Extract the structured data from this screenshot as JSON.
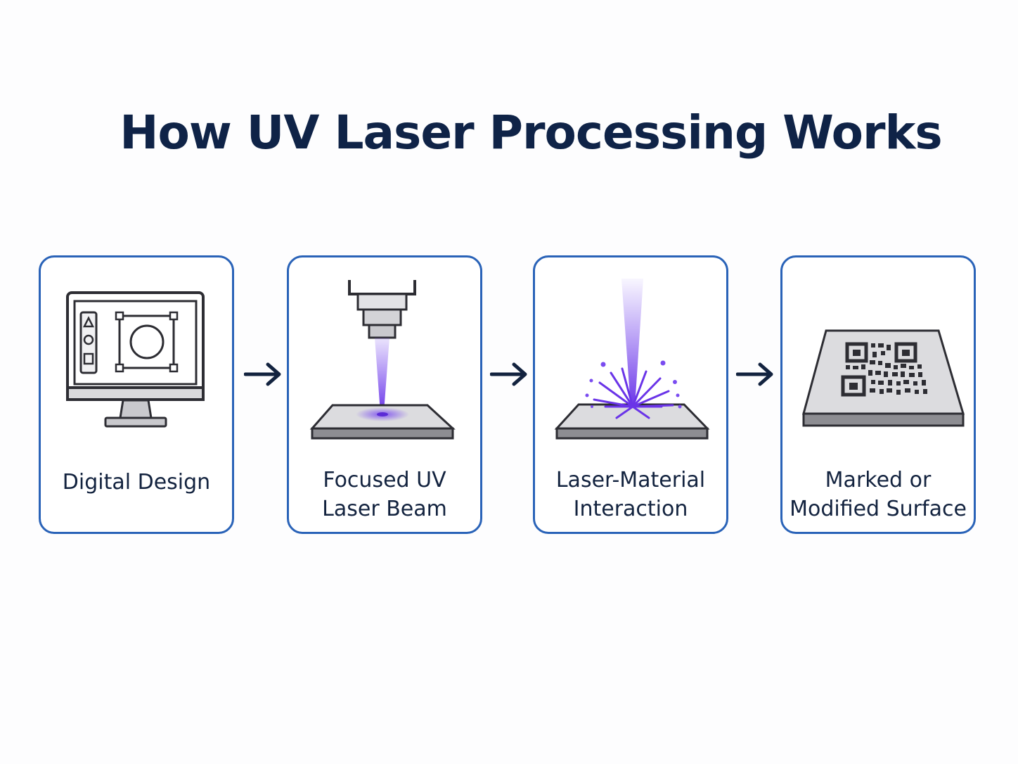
{
  "title": "How UV Laser Processing Works",
  "colors": {
    "card_border": "#2a63b8",
    "title": "#0f2347",
    "arrow": "#13233f",
    "laser": "#7a4cf0",
    "plate_top": "#dcdcdf",
    "plate_side": "#8d8d92",
    "line": "#2d2d33"
  },
  "steps": [
    {
      "label": "Digital Design",
      "icon": "monitor-design-icon"
    },
    {
      "label": "Focused UV\nLaser Beam",
      "icon": "laser-head-beam-icon"
    },
    {
      "label": "Laser-Material\nInteraction",
      "icon": "laser-spark-icon"
    },
    {
      "label": "Marked or\nModified Surface",
      "icon": "qr-marked-plate-icon"
    }
  ],
  "arrows": [
    "arrow-right-icon",
    "arrow-right-icon",
    "arrow-right-icon"
  ]
}
